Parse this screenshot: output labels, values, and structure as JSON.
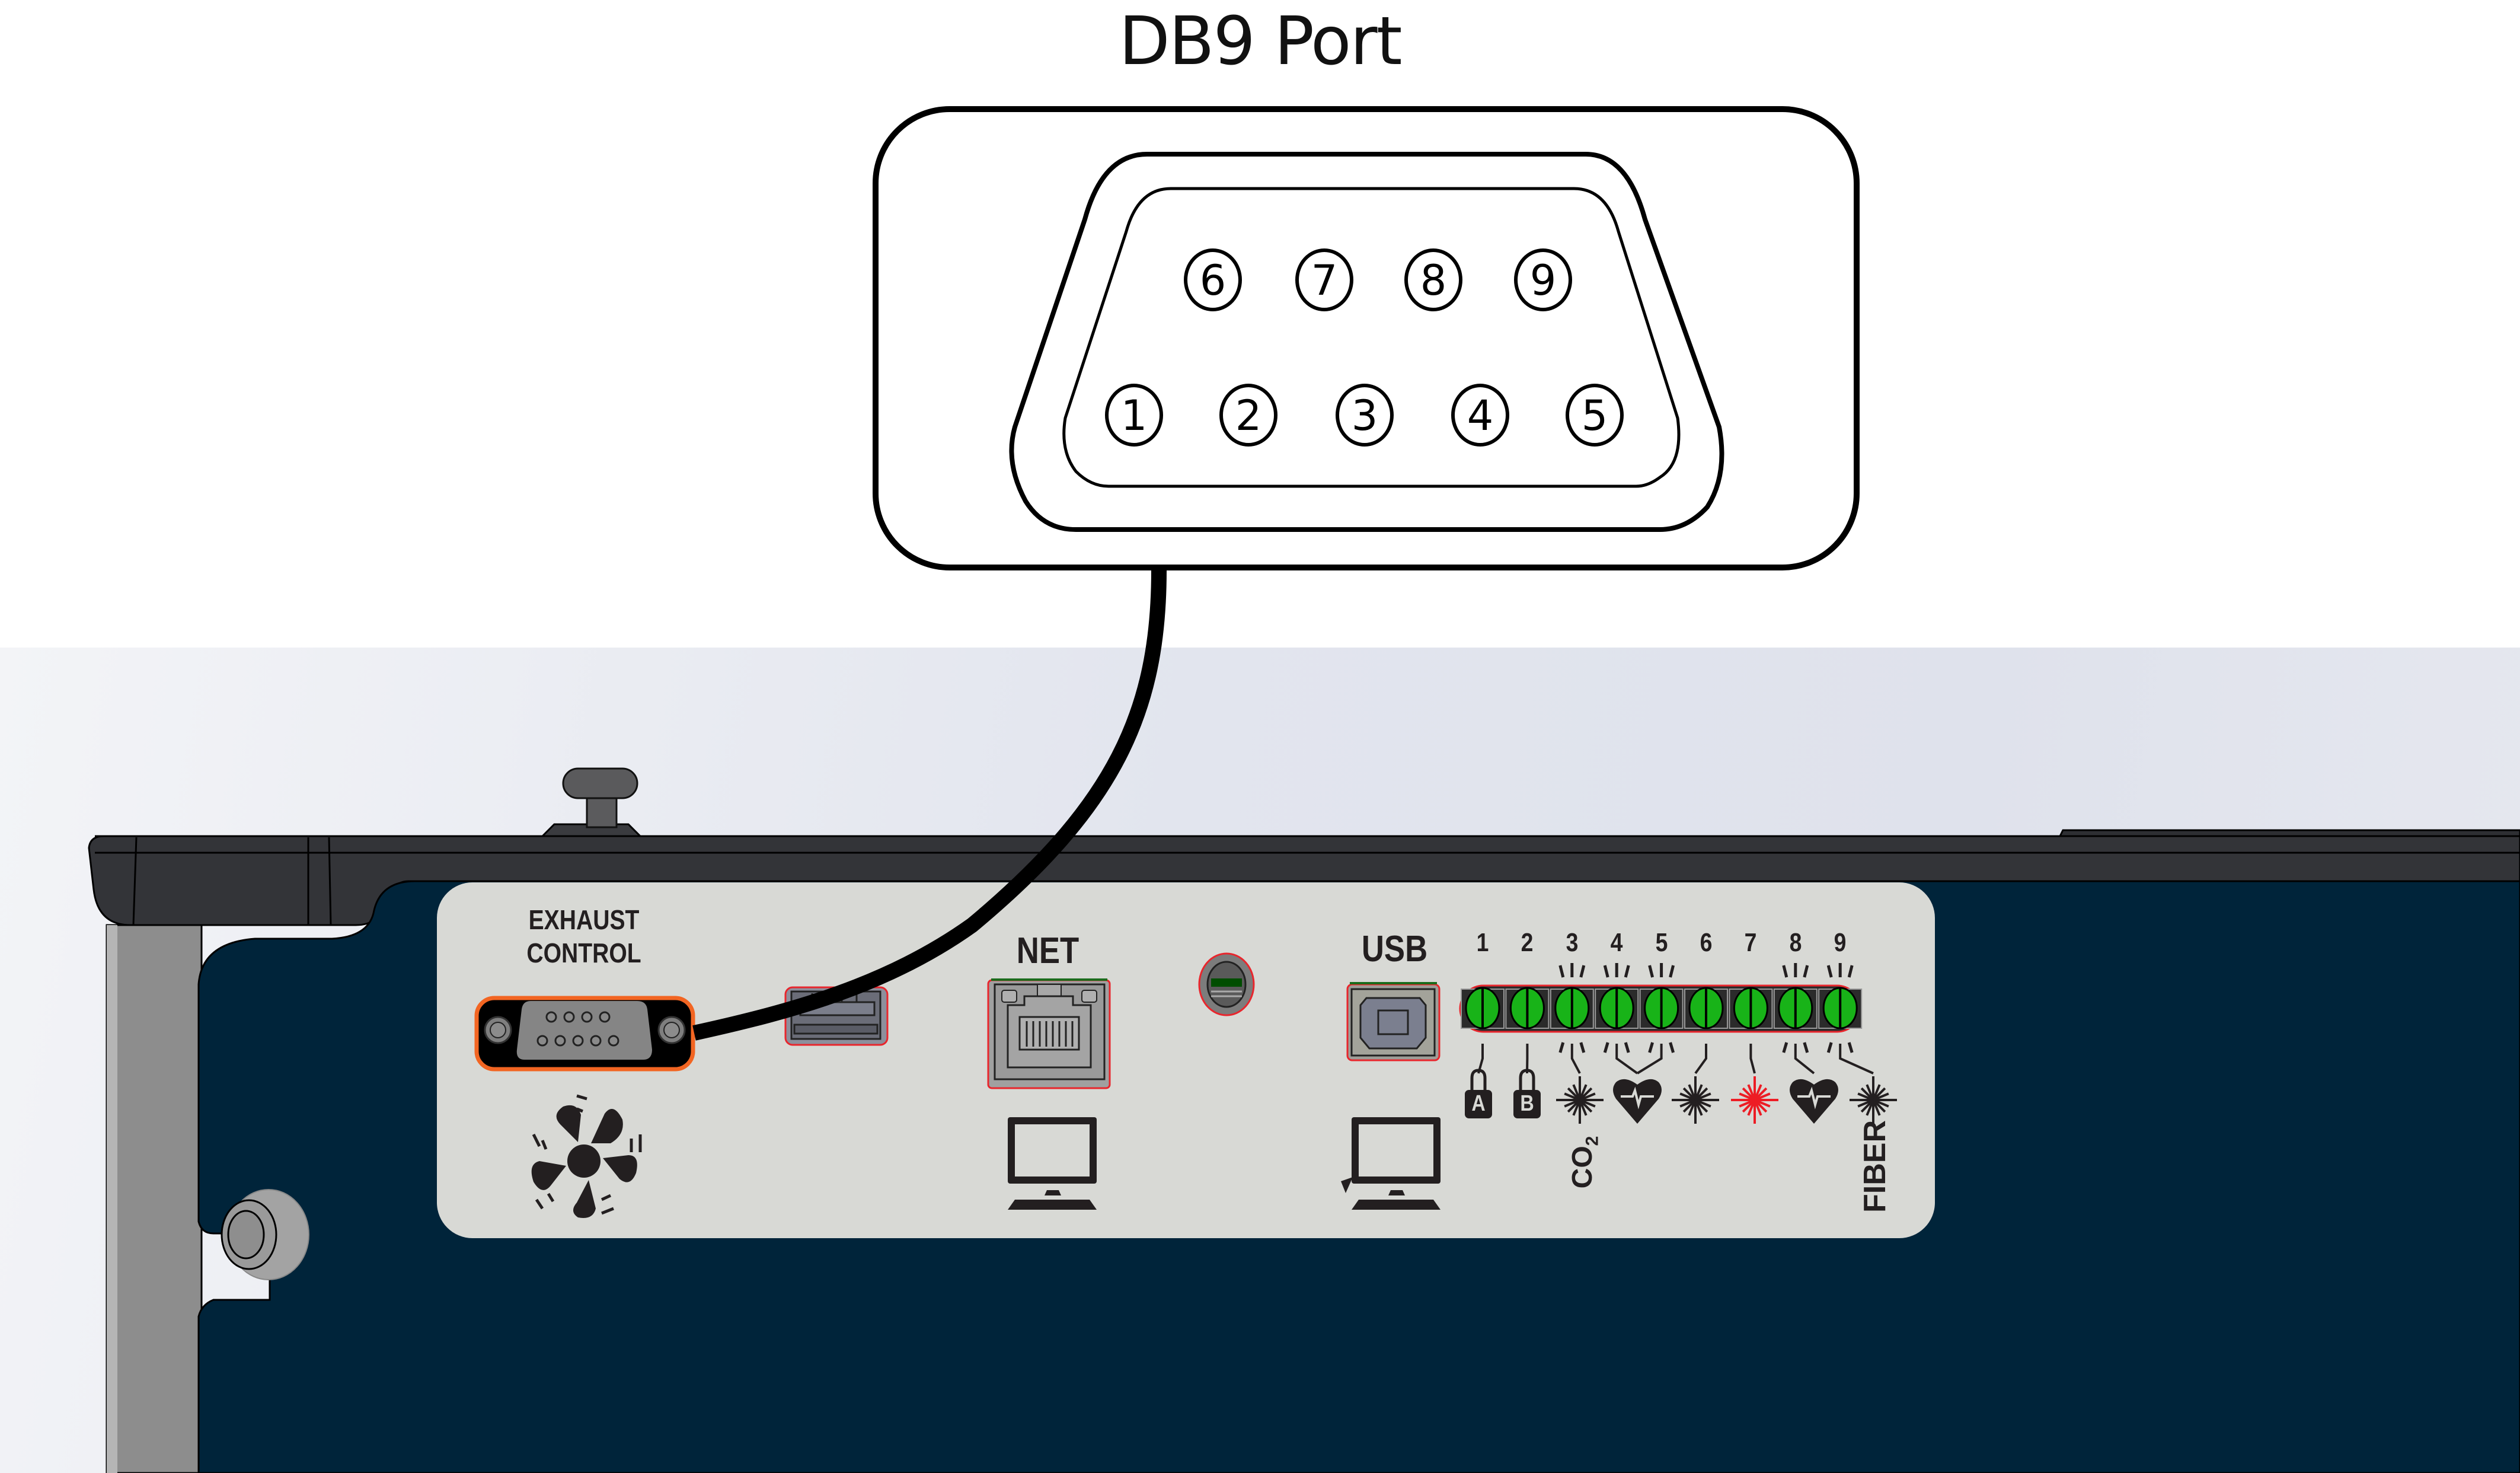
{
  "title": "DB9 Port",
  "callout": {
    "connector": "DB9",
    "pins_top_row": [
      "6",
      "7",
      "8",
      "9"
    ],
    "pins_bottom_row": [
      "1",
      "2",
      "3",
      "4",
      "5"
    ]
  },
  "panel": {
    "exhaust_label_line1": "EXHAUST",
    "exhaust_label_line2": "CONTROL",
    "net_label": "NET",
    "usb_label": "USB",
    "co2_label": "CO",
    "co2_subscript": "2",
    "fiber_label": "FIBER",
    "ports": [
      {
        "name": "exhaust-control-db9",
        "icon": "fan-icon",
        "highlight": "#f26522"
      },
      {
        "name": "usb-a-port",
        "icon": null,
        "highlight": "#e8262d"
      },
      {
        "name": "ethernet-port",
        "icon": "computer-icon",
        "highlight": "#e8262d"
      },
      {
        "name": "indicator-light",
        "icon": null,
        "highlight": "#e8262d"
      },
      {
        "name": "usb-b-port",
        "icon": "computer-cursor-icon",
        "highlight": "#e8262d"
      }
    ],
    "leds": [
      {
        "number": "1",
        "color": "#18b318",
        "blinking": false,
        "icon": "lock-a-icon"
      },
      {
        "number": "2",
        "color": "#18b318",
        "blinking": false,
        "icon": "lock-b-icon"
      },
      {
        "number": "3",
        "color": "#18b318",
        "blinking": true,
        "icon": "laser-starburst-icon"
      },
      {
        "number": "4",
        "color": "#18b318",
        "blinking": true,
        "icon": "heartbeat-icon"
      },
      {
        "number": "5",
        "color": "#18b318",
        "blinking": true,
        "icon": "heartbeat-icon"
      },
      {
        "number": "6",
        "color": "#18b318",
        "blinking": false,
        "icon": "laser-starburst-icon"
      },
      {
        "number": "7",
        "color": "#18b318",
        "blinking": false,
        "icon": "laser-starburst-red-icon"
      },
      {
        "number": "8",
        "color": "#18b318",
        "blinking": true,
        "icon": "heartbeat-icon"
      },
      {
        "number": "9",
        "color": "#18b318",
        "blinking": true,
        "icon": "laser-starburst-icon"
      }
    ],
    "status_icons": [
      {
        "name": "lock-a-icon",
        "letter": "A",
        "color": "#231f20"
      },
      {
        "name": "lock-b-icon",
        "letter": "B",
        "color": "#231f20"
      },
      {
        "name": "co2-laser-icon",
        "color": "#231f20"
      },
      {
        "name": "heartbeat-icon",
        "color": "#231f20"
      },
      {
        "name": "laser-icon",
        "color": "#231f20"
      },
      {
        "name": "laser-fault-icon",
        "color": "#ed1c24"
      },
      {
        "name": "heartbeat-icon",
        "color": "#231f20"
      },
      {
        "name": "fiber-laser-icon",
        "color": "#231f20"
      }
    ]
  },
  "colors": {
    "device_body": "#00243a",
    "panel_face": "#d8d9d5",
    "top_rail": "#333438",
    "led_on": "#18b318",
    "fault_red": "#ed1c24",
    "db9_outline": "#f26522"
  }
}
